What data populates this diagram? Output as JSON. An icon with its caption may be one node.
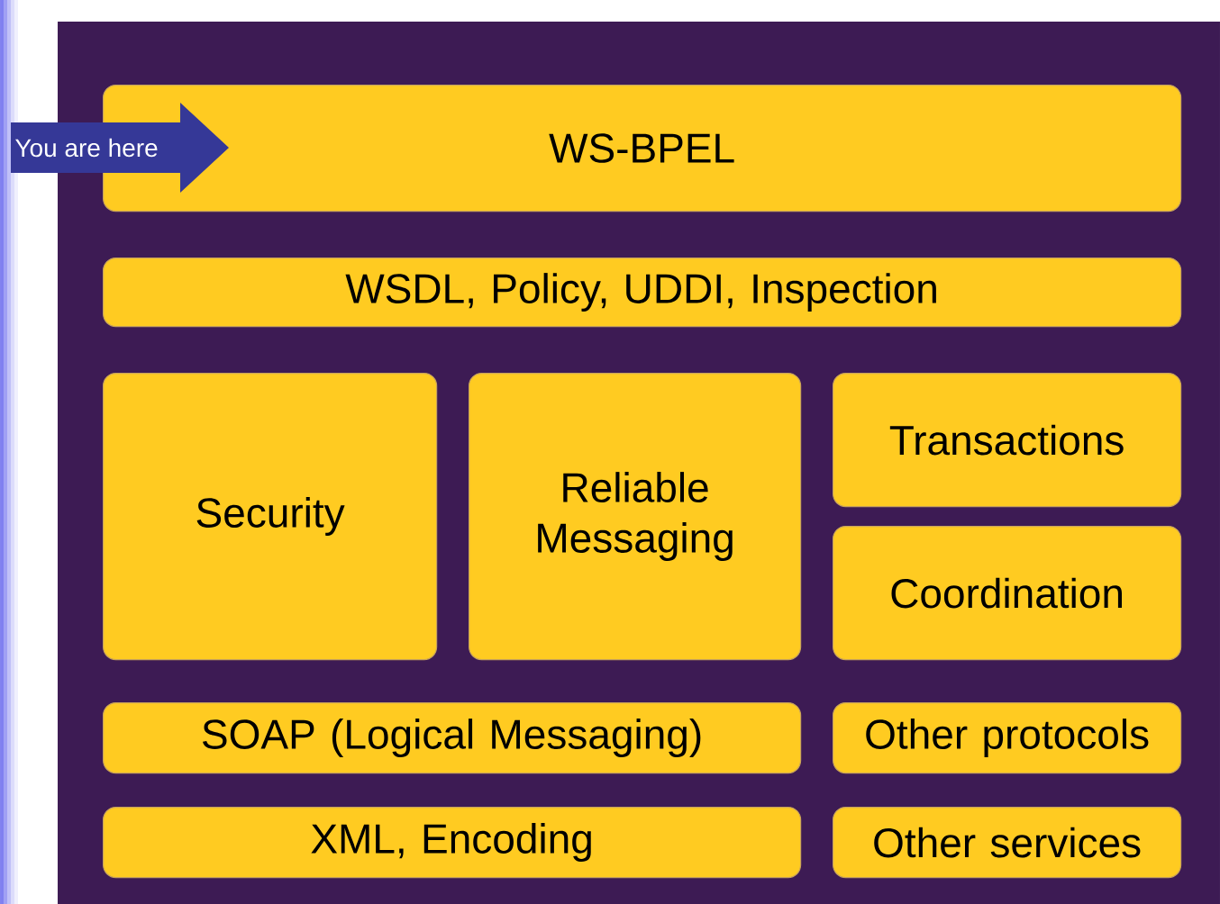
{
  "diagram": {
    "nodes": [
      {
        "text": [
          "You are here"
        ]
      },
      {
        "text": [
          "WS-BPEL"
        ]
      },
      {
        "text": [
          "WSDL, Policy, UDDI, Inspection"
        ]
      },
      {
        "text": [
          "Security"
        ]
      },
      {
        "text": [
          "Reliable Messaging"
        ]
      },
      {
        "text": [
          "Transactions"
        ]
      },
      {
        "text": [
          "Coordination"
        ]
      },
      {
        "text": [
          "SOAP (Logical Messaging)"
        ]
      },
      {
        "text": [
          "Other protocols"
        ]
      },
      {
        "text": [
          "XML, Encoding"
        ]
      },
      {
        "text": [
          "Other services"
        ]
      }
    ]
  }
}
